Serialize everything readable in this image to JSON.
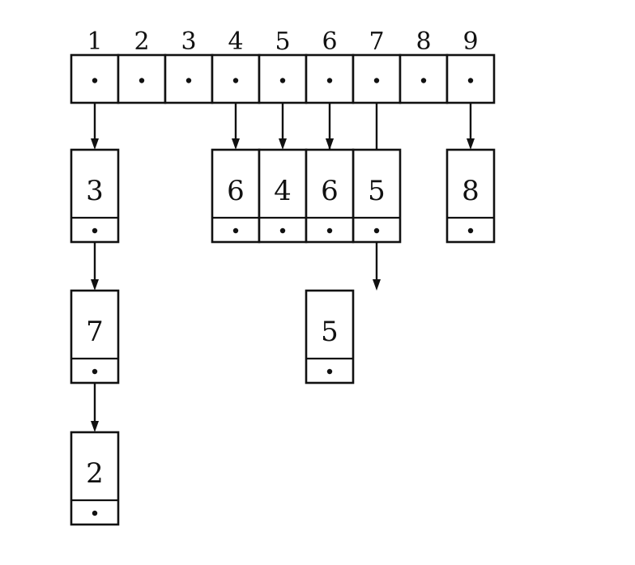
{
  "diagram": {
    "type": "adjacency-list",
    "array": [
      {
        "index": "1",
        "head": 0
      },
      {
        "index": "2",
        "head": null
      },
      {
        "index": "3",
        "head": null
      },
      {
        "index": "4",
        "head": 4
      },
      {
        "index": "5",
        "head": 5
      },
      {
        "index": "6",
        "head": 6
      },
      {
        "index": "7",
        "head": 7
      },
      {
        "index": "8",
        "head": null
      },
      {
        "index": "9",
        "head": 8
      }
    ],
    "nodes": [
      {
        "value": "3",
        "next": 1
      },
      {
        "value": "7",
        "next": 2
      },
      {
        "value": "2",
        "next": null
      },
      {
        "value": "5",
        "next": null
      },
      {
        "value": "6",
        "next": null
      },
      {
        "value": "4",
        "next": null
      },
      {
        "value": "6",
        "next": 3
      },
      {
        "value": "5",
        "next": null
      },
      {
        "value": "8",
        "next": null
      }
    ],
    "colors": {
      "ink": "#111111",
      "background": "#ffffff"
    }
  }
}
